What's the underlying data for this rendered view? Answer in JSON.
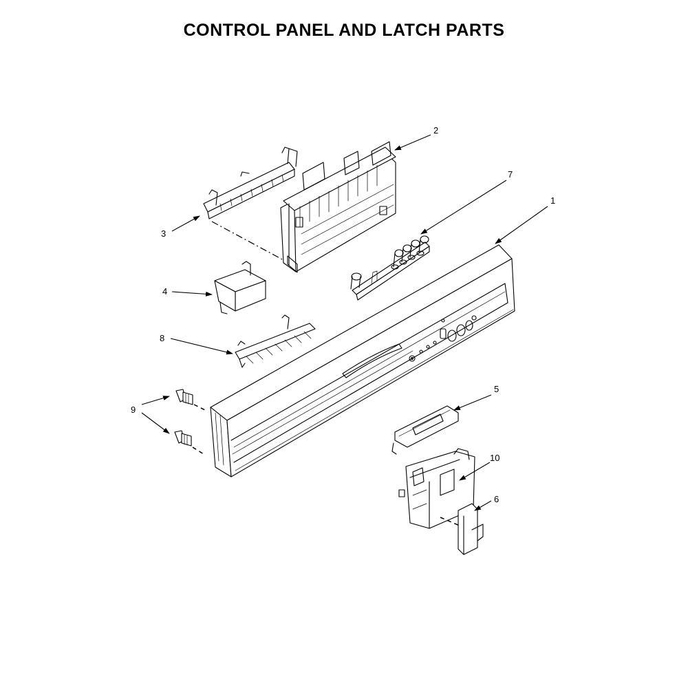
{
  "title": "CONTROL PANEL AND LATCH PARTS",
  "callouts": {
    "c1": "1",
    "c2": "2",
    "c3": "3",
    "c4": "4",
    "c5": "5",
    "c6": "6",
    "c7": "7",
    "c8": "8",
    "c9": "9",
    "c10": "10"
  }
}
